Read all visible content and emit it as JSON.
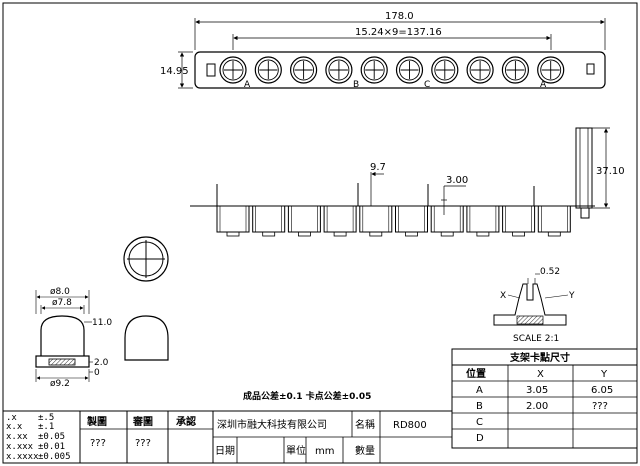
{
  "dimensions": {
    "overall_length": "178.0",
    "pitch_total": "15.24×9=137.16",
    "strip_height": "14.95",
    "lead_offset": "9.7",
    "lead_length": "3.00",
    "holder_height": "37.10",
    "clip_width": "0.52",
    "bottom_dia": "ø9.2",
    "top_dia": "ø8.0",
    "mid_dia": "ø7.8",
    "height_total": "11.0",
    "height_base": "2.0",
    "height_zero": "0"
  },
  "strip_labels": {
    "a": "A",
    "b": "B",
    "c": "C"
  },
  "detail": {
    "label_x": "X",
    "label_y": "Y",
    "scale": "SCALE 2:1"
  },
  "clip_table": {
    "title": "支架卡點尺寸",
    "headers": [
      "位置",
      "X",
      "Y"
    ],
    "rows": [
      [
        "A",
        "3.05",
        "6.05"
      ],
      [
        "B",
        "2.00",
        "???"
      ],
      [
        "C",
        "",
        ""
      ],
      [
        "D",
        "",
        ""
      ]
    ]
  },
  "tolerance_note": "成品公差±0.1  卡点公差±0.05",
  "title_block": {
    "tolerances": [
      [
        ".x",
        "±.5"
      ],
      [
        "x.x",
        "±.1"
      ],
      [
        "x.xx",
        "±0.05"
      ],
      [
        "x.xxx",
        "±0.01"
      ],
      [
        "x.xxxx",
        "±0.005"
      ]
    ],
    "drawn_label": "製圖",
    "checked_label": "審圖",
    "approved_label": "承認",
    "drawn_value": "???",
    "checked_value": "???",
    "company": "深圳市融大科技有限公司",
    "name_label": "名稱",
    "name_value": "RD800",
    "date_label": "日期",
    "unit_label": "單位",
    "unit_value": "mm",
    "qty_label": "數量"
  }
}
